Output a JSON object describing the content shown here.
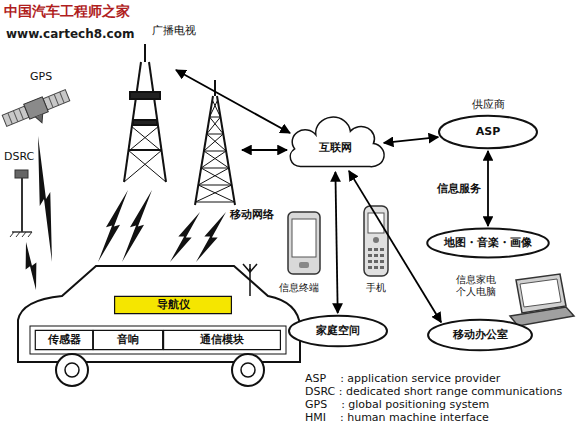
{
  "diagram": {
    "nodes": [
      {
        "text": [
          "导航仪"
        ]
      },
      {
        "text": [
          "传感器"
        ]
      },
      {
        "text": [
          "音响"
        ]
      },
      {
        "text": [
          "通信模块"
        ]
      },
      {
        "text": [
          "互联网"
        ]
      },
      {
        "text": [
          "供应商",
          "ASP"
        ]
      },
      {
        "text": [
          "地图・音楽・画像"
        ]
      },
      {
        "text": [
          "家庭空间"
        ]
      },
      {
        "text": [
          "移动办公室"
        ]
      }
    ],
    "edges": [
      {
        "from": 4,
        "to": 5,
        "arrow": "both"
      },
      {
        "from": 5,
        "to": 6,
        "label": "信息服务",
        "arrow": "both"
      },
      {
        "from": 4,
        "to": 7,
        "arrow": "both"
      },
      {
        "from": 4,
        "to": 8,
        "arrow": "both"
      }
    ],
    "labels": [
      "中国汽车工程师之家",
      "www.cartech8.com",
      "广播电视",
      "GPS",
      "DSRC",
      "移动网络",
      "信息终端",
      "手机",
      "信息家电 个人电脑",
      "ASP    : application service provider",
      "DSRC : dedicated short range communications",
      "GPS    : global positioning system",
      "HMI    : human machine interface"
    ]
  }
}
